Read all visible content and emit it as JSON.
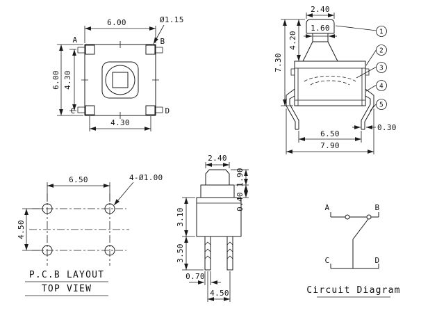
{
  "colors": {
    "ink": "#1a1a1a",
    "background": "#ffffff"
  },
  "top_view": {
    "dim_width_top": "6.00",
    "dim_height_left": "6.00",
    "dim_pin_span_v": "4.30",
    "dim_pin_span_h": "4.30",
    "callout_pin_dia": "Ø1.15",
    "corner_a": "A",
    "corner_b": "B",
    "corner_c": "C",
    "corner_d": "D"
  },
  "front_view": {
    "dim_stem_cap_w": "2.40",
    "dim_stem_neck_w": "1.60",
    "dim_stem_height": "4.20",
    "dim_total_height": "7.30",
    "dim_lead_span_inner": "6.50",
    "dim_lead_span_outer": "7.90",
    "dim_lead_thickness": "0.30",
    "callouts": [
      "1",
      "2",
      "3",
      "4",
      "5"
    ]
  },
  "pcb_layout": {
    "dim_hole_span_h": "6.50",
    "dim_hole_span_v": "4.50",
    "hole_note": "4-Ø1.00",
    "caption_line1": "P.C.B LAYOUT",
    "caption_line2": "TOP VIEW"
  },
  "side_view": {
    "dim_cap_w": "2.40",
    "dim_cap_h": "1.90",
    "dim_collar_h": "0.40",
    "dim_body_h": "3.10",
    "dim_lead_len": "3.50",
    "dim_lead_w": "0.70",
    "dim_lead_pitch": "4.50"
  },
  "circuit": {
    "term_a": "A",
    "term_b": "B",
    "term_c": "C",
    "term_d": "D",
    "caption": "Circuit Diagram"
  }
}
